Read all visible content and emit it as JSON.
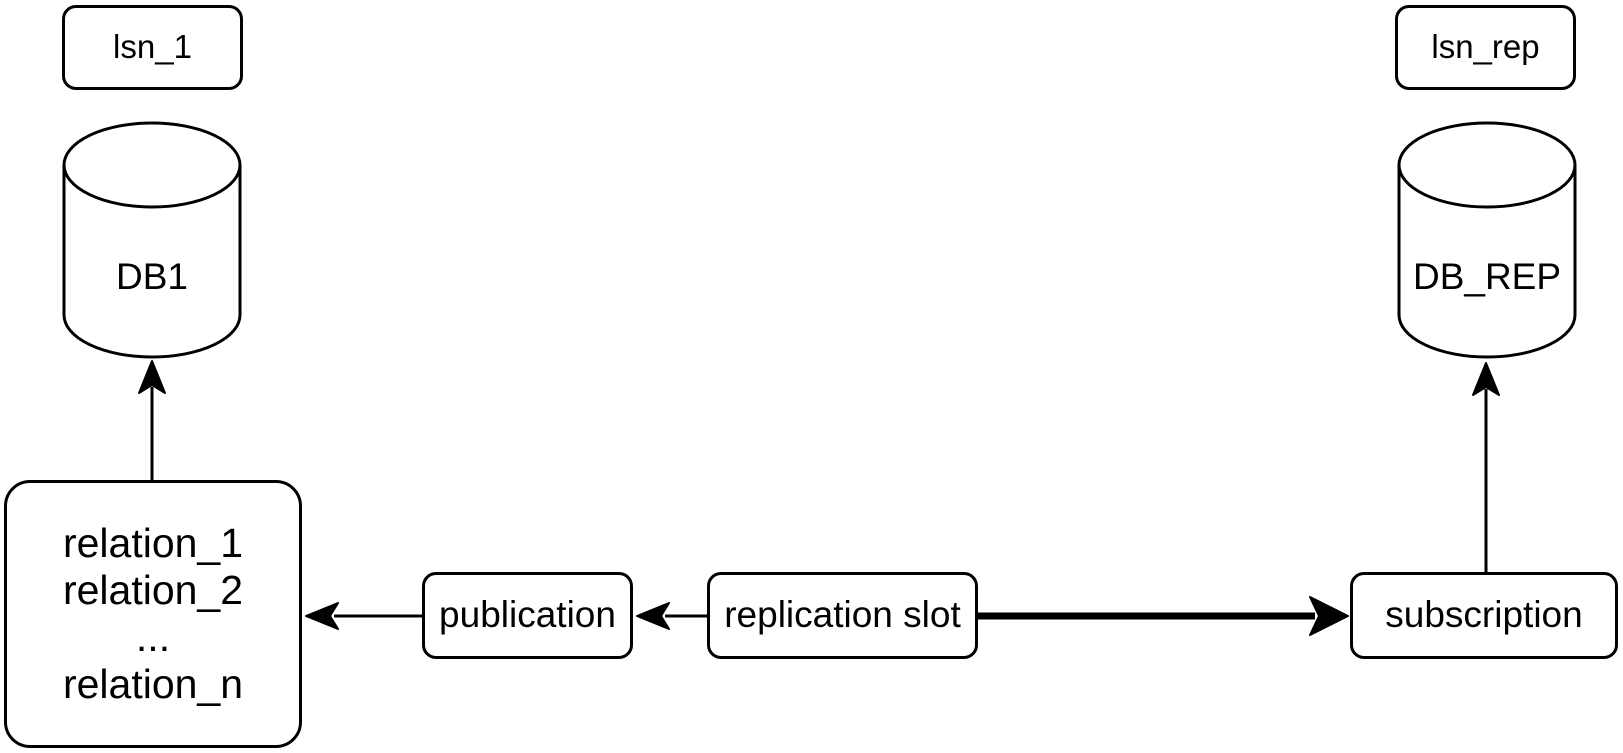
{
  "diagram": {
    "title": "postgres-logical-replication-flow",
    "colors": {
      "background": "#ffffff",
      "stroke": "#000000",
      "fill": "#ffffff",
      "text": "#000000"
    },
    "nodes": {
      "lsn_source": {
        "label": "lsn_1",
        "shape": "rounded-rect"
      },
      "db_source": {
        "label": "DB1",
        "shape": "cylinder"
      },
      "relations": {
        "lines": [
          "relation_1",
          "relation_2",
          "...",
          "relation_n"
        ],
        "shape": "rounded-rect"
      },
      "publication": {
        "label": "publication",
        "shape": "rounded-rect"
      },
      "replication_slot": {
        "label": "replication slot",
        "shape": "rounded-rect"
      },
      "subscription": {
        "label": "subscription",
        "shape": "rounded-rect"
      },
      "lsn_replica": {
        "label": "lsn_rep",
        "shape": "rounded-rect"
      },
      "db_replica": {
        "label": "DB_REP",
        "shape": "cylinder"
      }
    },
    "edges": [
      {
        "from": "relations",
        "to": "db_source",
        "direction": "up",
        "style": "thin"
      },
      {
        "from": "publication",
        "to": "relations",
        "direction": "left",
        "style": "thin"
      },
      {
        "from": "replication_slot",
        "to": "publication",
        "direction": "left",
        "style": "thin"
      },
      {
        "from": "replication_slot",
        "to": "subscription",
        "direction": "right",
        "style": "thick"
      },
      {
        "from": "subscription",
        "to": "db_replica",
        "direction": "up",
        "style": "thin"
      }
    ]
  }
}
